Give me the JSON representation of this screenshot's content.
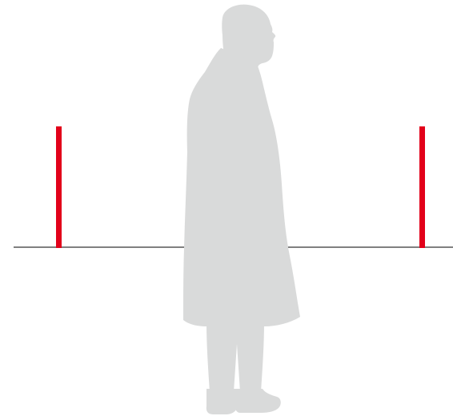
{
  "colors": {
    "background": "#ffffff",
    "post": "#e2001a",
    "ground_line": "#000000",
    "silhouette": "#d9dada"
  },
  "elements": {
    "left_post": "red-post-left",
    "right_post": "red-post-right",
    "ground": "ground-line",
    "figure": "standing-man-silhouette"
  }
}
